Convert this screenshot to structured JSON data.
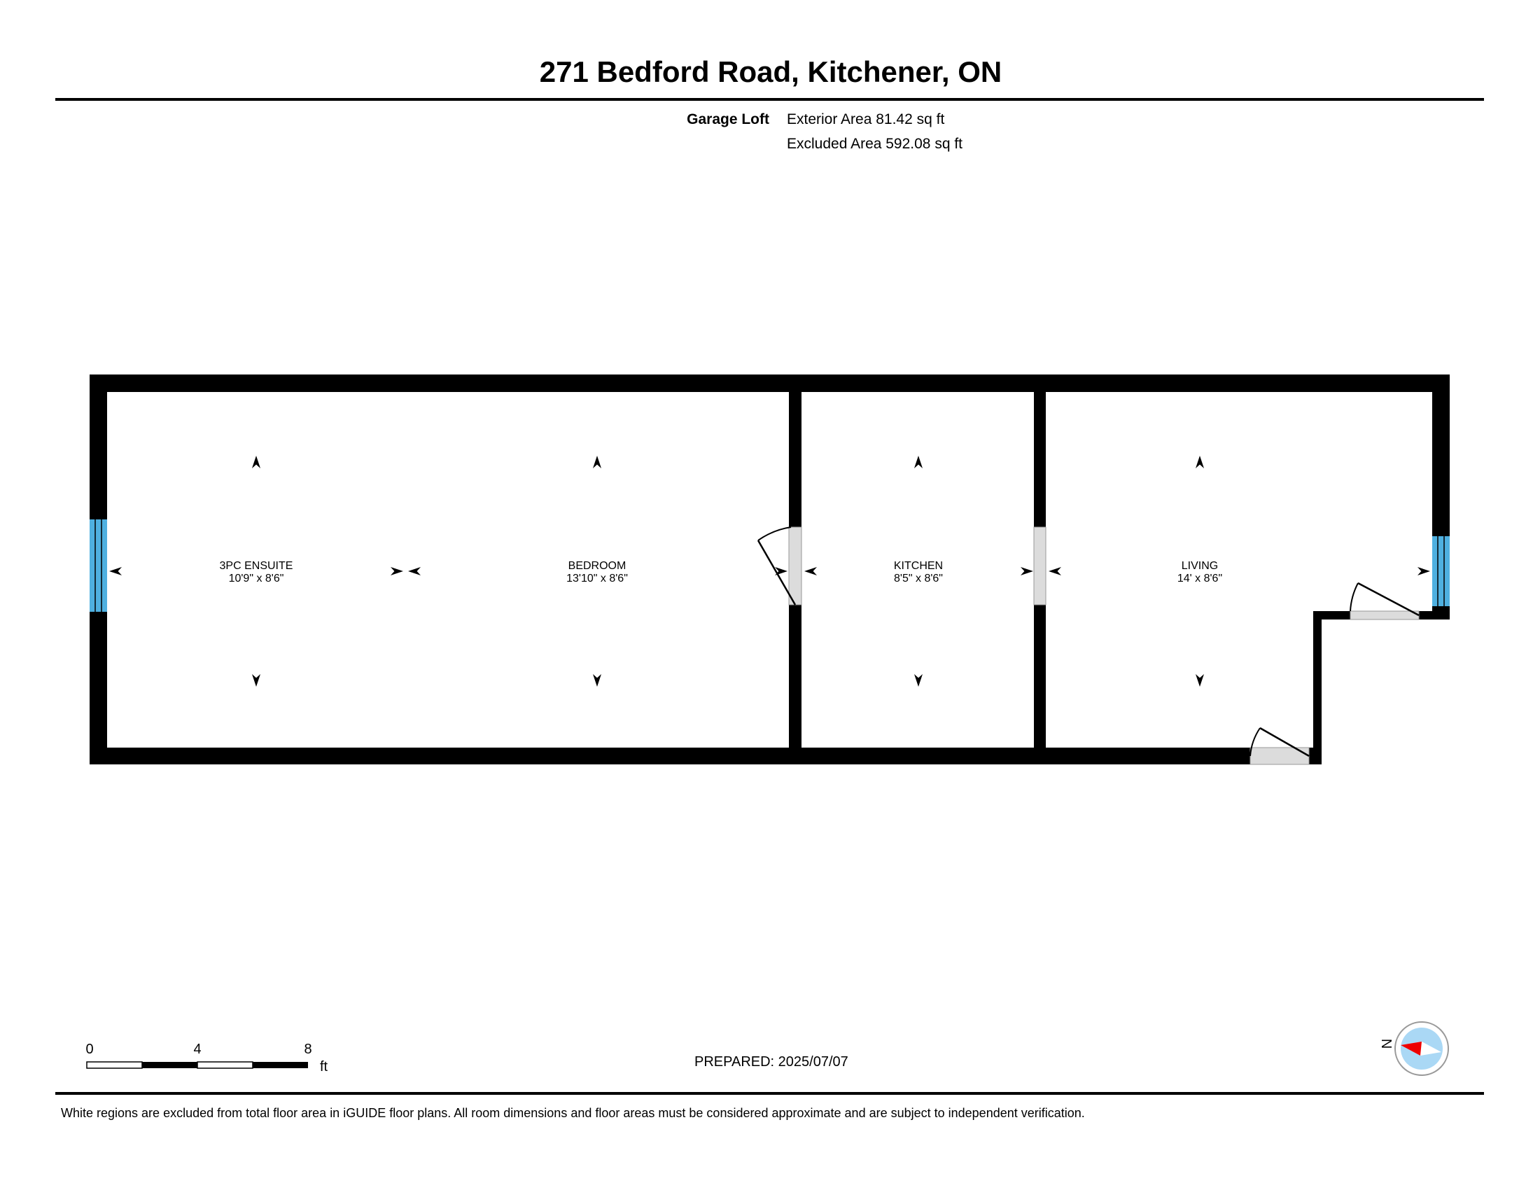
{
  "title": "271 Bedford Road, Kitchener, ON",
  "floor": {
    "name": "Garage Loft",
    "exterior_area": "Exterior Area 81.42 sq ft",
    "excluded_area": "Excluded Area 592.08 sq ft"
  },
  "rooms": [
    {
      "name": "3PC ENSUITE",
      "dims": "10'9\" x 8'6\""
    },
    {
      "name": "BEDROOM",
      "dims": "13'10\" x 8'6\""
    },
    {
      "name": "KITCHEN",
      "dims": "8'5\" x 8'6\""
    },
    {
      "name": "LIVING",
      "dims": "14' x 8'6\""
    }
  ],
  "scale_bar": {
    "ticks": [
      "0",
      "4",
      "8"
    ],
    "unit": "ft"
  },
  "prepared": "PREPARED: 2025/07/07",
  "compass": {
    "label": "N"
  },
  "footnote": "White regions are excluded from total floor area in iGUIDE floor plans. All room dimensions and floor areas must be considered approximate and are subject to independent verification.",
  "colors": {
    "wall": "#000000",
    "window": "#4fb0e0",
    "opening": "#dcdcdc",
    "compass_bg": "#aad8f5",
    "compass_needle": "#ee0000"
  }
}
